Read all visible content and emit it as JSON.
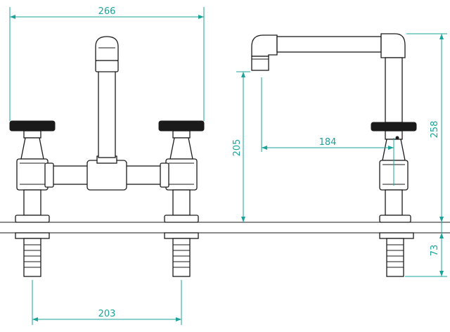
{
  "dimensions": {
    "overall_width": "266",
    "spout_height": "205",
    "spout_reach": "184",
    "overall_height": "258",
    "shank_length": "73",
    "tap_centres": "203"
  },
  "colors": {
    "line": "#1a1a1a",
    "dimension": "#1aa39a",
    "background": "#ffffff"
  }
}
